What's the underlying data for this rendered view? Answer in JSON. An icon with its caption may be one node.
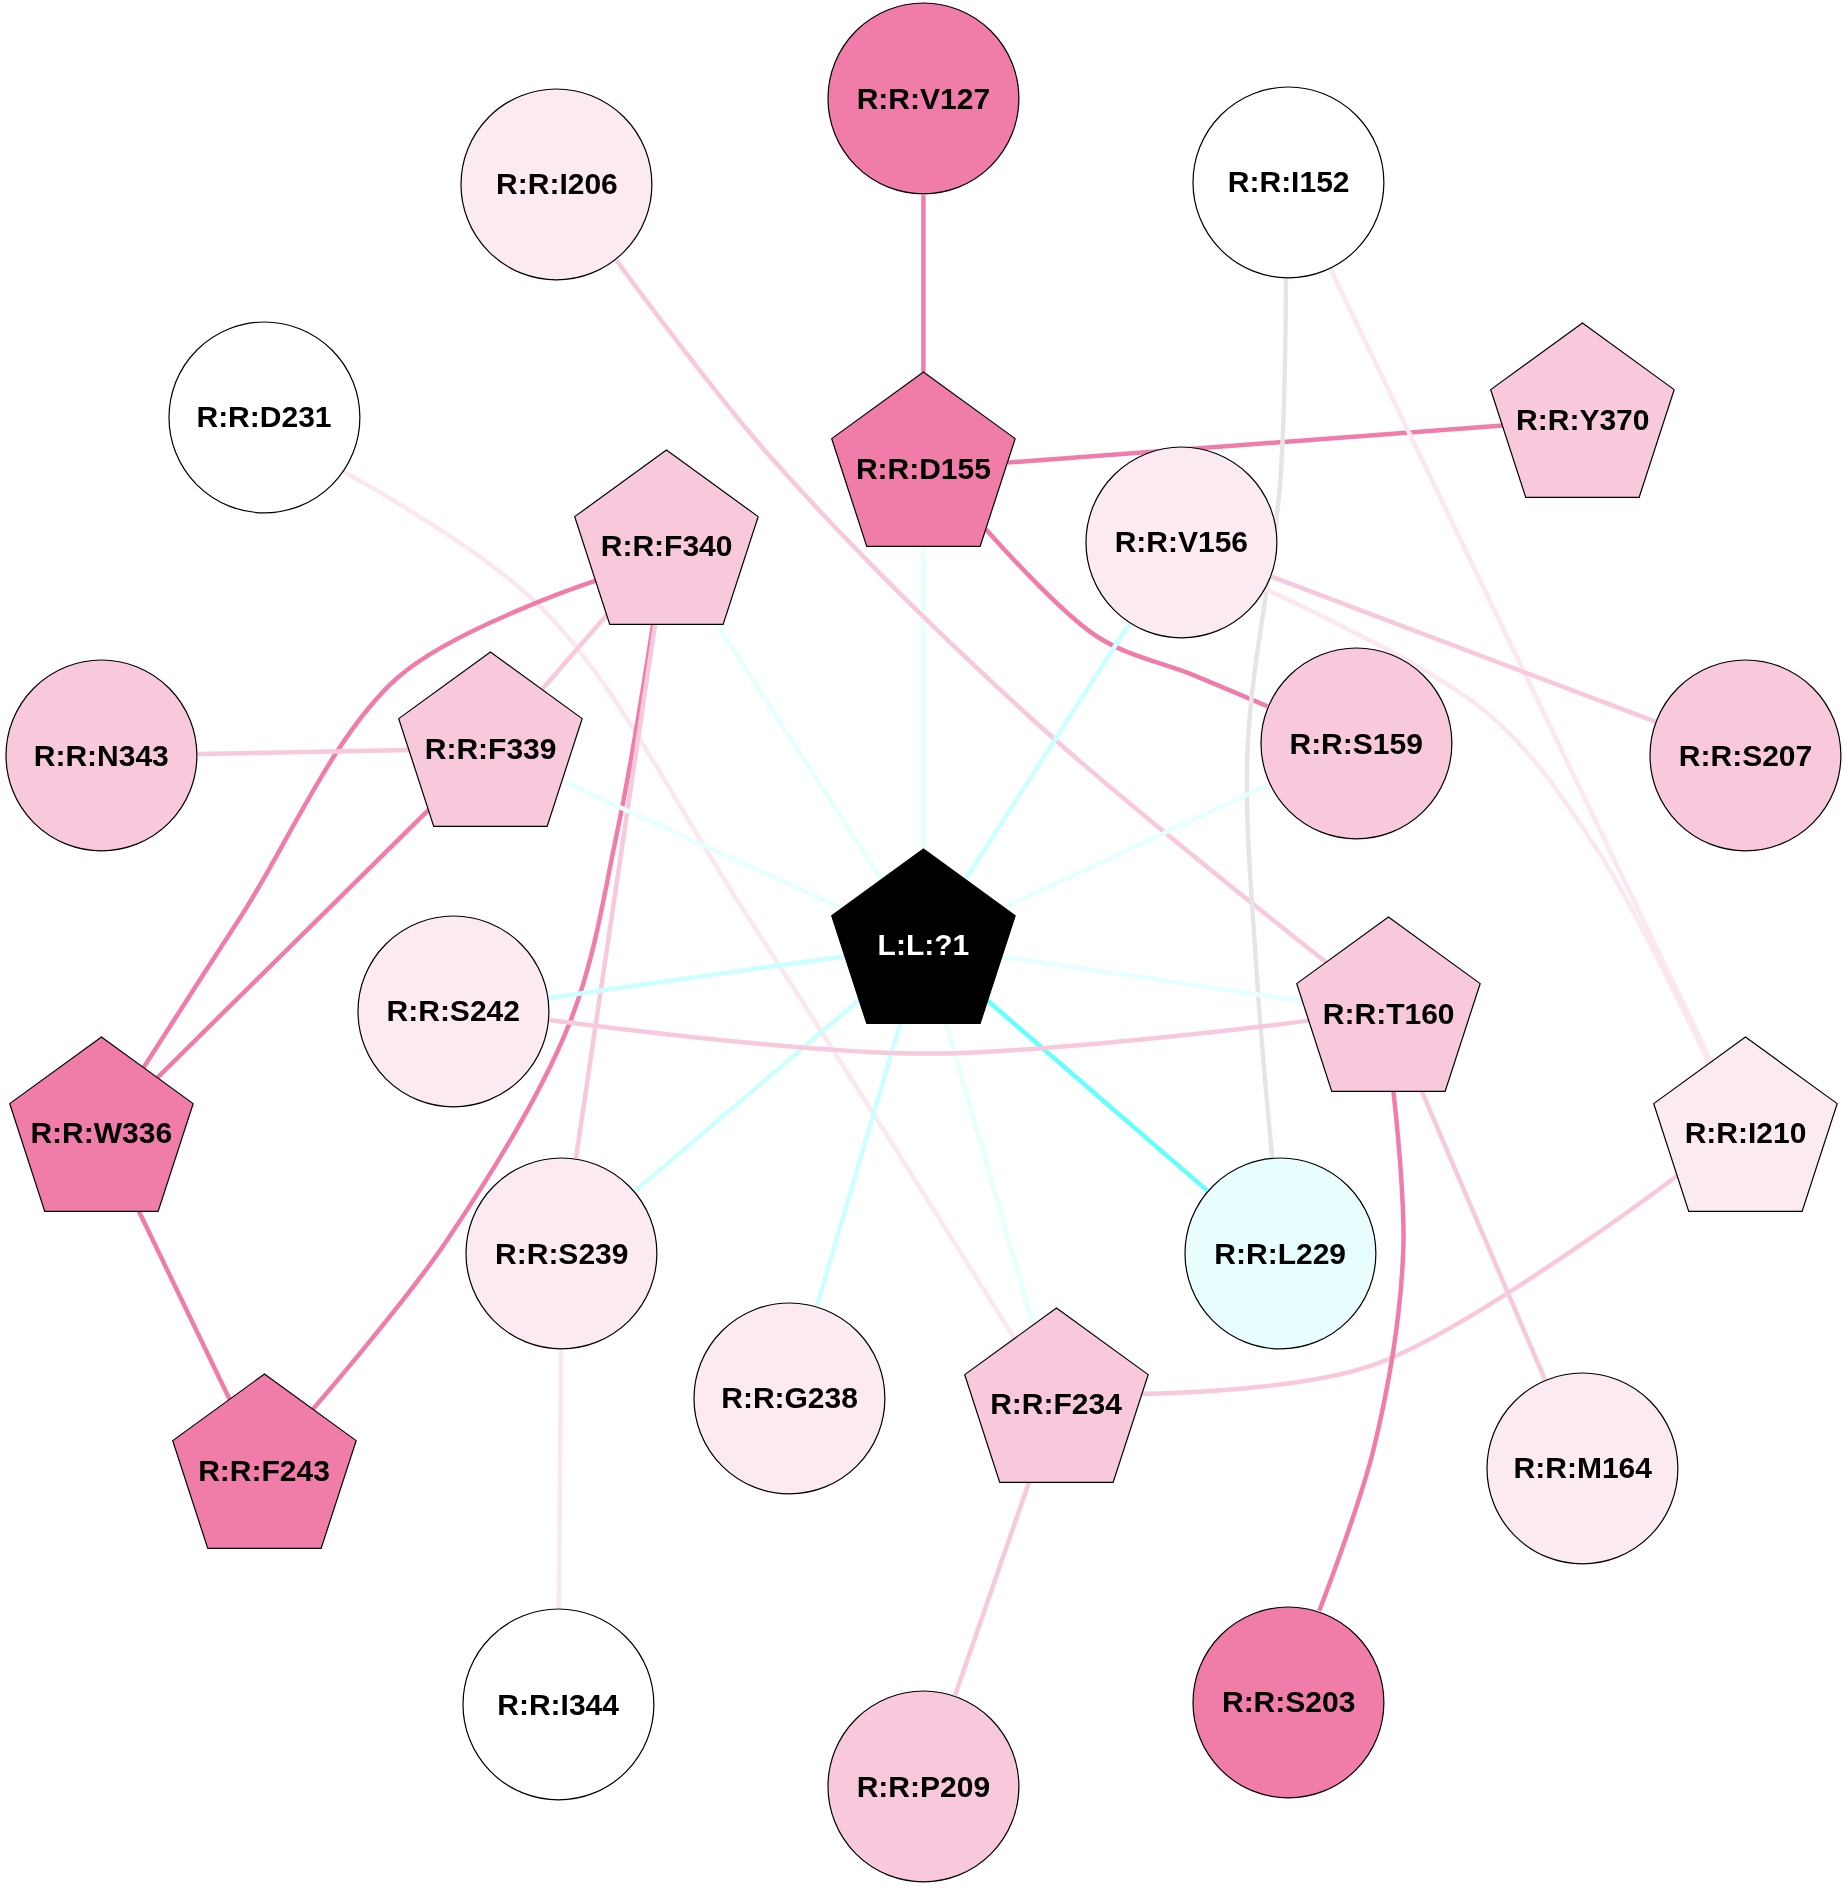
{
  "diagram": {
    "nodes": [
      {
        "text": [
          "R:R:V127"
        ]
      },
      {
        "text": [
          "R:R:I206"
        ]
      },
      {
        "text": [
          "R:R:I152"
        ]
      },
      {
        "text": [
          "R:R:D231"
        ]
      },
      {
        "text": [
          "R:R:D155"
        ]
      },
      {
        "text": [
          "R:R:Y370"
        ]
      },
      {
        "text": [
          "R:R:F340"
        ]
      },
      {
        "text": [
          "R:R:V156"
        ]
      },
      {
        "text": [
          "R:R:N343"
        ]
      },
      {
        "text": [
          "R:R:F339"
        ]
      },
      {
        "text": [
          "R:R:S159"
        ]
      },
      {
        "text": [
          "R:R:S207"
        ]
      },
      {
        "text": [
          "L:L:?1"
        ]
      },
      {
        "text": [
          "R:R:S242"
        ]
      },
      {
        "text": [
          "R:R:T160"
        ]
      },
      {
        "text": [
          "R:R:W336"
        ]
      },
      {
        "text": [
          "R:R:I210"
        ]
      },
      {
        "text": [
          "R:R:S239"
        ]
      },
      {
        "text": [
          "R:R:L229"
        ]
      },
      {
        "text": [
          "R:R:G238"
        ]
      },
      {
        "text": [
          "R:R:F234"
        ]
      },
      {
        "text": [
          "R:R:M164"
        ]
      },
      {
        "text": [
          "R:R:F243"
        ]
      },
      {
        "text": [
          "R:R:I344"
        ]
      },
      {
        "text": [
          "R:R:S203"
        ]
      },
      {
        "text": [
          "R:R:P209"
        ]
      }
    ],
    "edges": [
      {
        "from": 0,
        "to": 4,
        "arrow": "none",
        "color": "#f07caa"
      },
      {
        "from": 4,
        "to": 5,
        "arrow": "none",
        "color": "#f07caa"
      },
      {
        "from": 4,
        "to": 10,
        "arrow": "none",
        "color": "#f07caa"
      },
      {
        "from": 4,
        "to": 12,
        "arrow": "none",
        "color": "#e6ffff"
      },
      {
        "from": 1,
        "to": 14,
        "arrow": "none",
        "color": "#f8c8dc"
      },
      {
        "from": 2,
        "to": 18,
        "arrow": "none",
        "color": "#e5e5e5"
      },
      {
        "from": 2,
        "to": 16,
        "arrow": "none",
        "color": "#fbe7f0"
      },
      {
        "from": 3,
        "to": 20,
        "arrow": "none",
        "color": "#fbe7f0"
      },
      {
        "from": 6,
        "to": 12,
        "arrow": "none",
        "color": "#e6ffff"
      },
      {
        "from": 6,
        "to": 15,
        "arrow": "none",
        "color": "#f07caa"
      },
      {
        "from": 6,
        "to": 22,
        "arrow": "none",
        "color": "#f07caa"
      },
      {
        "from": 6,
        "to": 9,
        "arrow": "none",
        "color": "#f8c8dc"
      },
      {
        "from": 6,
        "to": 17,
        "arrow": "none",
        "color": "#f8c8dc"
      },
      {
        "from": 7,
        "to": 12,
        "arrow": "none",
        "color": "#ccffff"
      },
      {
        "from": 7,
        "to": 11,
        "arrow": "none",
        "color": "#f8c8dc"
      },
      {
        "from": 7,
        "to": 16,
        "arrow": "none",
        "color": "#fbe7f0"
      },
      {
        "from": 8,
        "to": 9,
        "arrow": "none",
        "color": "#f8c8dc"
      },
      {
        "from": 9,
        "to": 15,
        "arrow": "none",
        "color": "#f07caa"
      },
      {
        "from": 9,
        "to": 12,
        "arrow": "none",
        "color": "#e6ffff"
      },
      {
        "from": 10,
        "to": 12,
        "arrow": "none",
        "color": "#e6ffff"
      },
      {
        "from": 12,
        "to": 13,
        "arrow": "none",
        "color": "#ccffff"
      },
      {
        "from": 12,
        "to": 14,
        "arrow": "none",
        "color": "#e6ffff"
      },
      {
        "from": 12,
        "to": 18,
        "arrow": "none",
        "color": "#66ffff"
      },
      {
        "from": 12,
        "to": 17,
        "arrow": "none",
        "color": "#ccffff"
      },
      {
        "from": 12,
        "to": 19,
        "arrow": "none",
        "color": "#ccffff"
      },
      {
        "from": 12,
        "to": 20,
        "arrow": "none",
        "color": "#e6ffff"
      },
      {
        "from": 13,
        "to": 14,
        "arrow": "none",
        "color": "#f8c8dc"
      },
      {
        "from": 15,
        "to": 22,
        "arrow": "none",
        "color": "#f07caa"
      },
      {
        "from": 16,
        "to": 20,
        "arrow": "none",
        "color": "#f8c8dc"
      },
      {
        "from": 14,
        "to": 24,
        "arrow": "none",
        "color": "#f07caa"
      },
      {
        "from": 14,
        "to": 21,
        "arrow": "none",
        "color": "#f8c8dc"
      },
      {
        "from": 17,
        "to": 23,
        "arrow": "none",
        "color": "#fbe7f0"
      },
      {
        "from": 20,
        "to": 25,
        "arrow": "none",
        "color": "#f8c8dc"
      }
    ]
  }
}
